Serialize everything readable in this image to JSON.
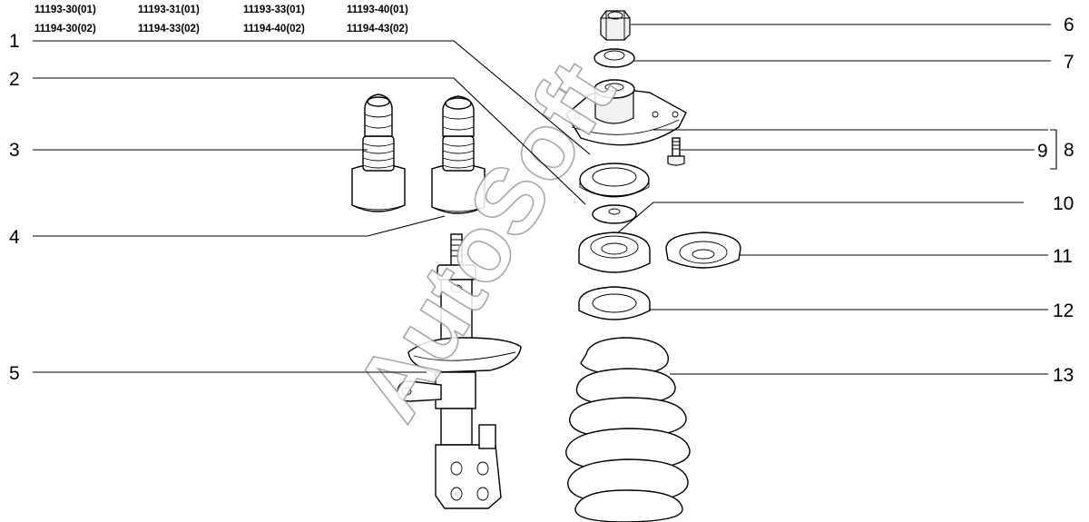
{
  "header": {
    "codes": [
      "11193-30(01)",
      "11193-31(01)",
      "11193-33(01)",
      "11193-40(01)",
      "11194-30(02)",
      "11194-33(02)",
      "11194-40(02)",
      "11194-43(02)"
    ]
  },
  "callouts": [
    "1",
    "2",
    "3",
    "4",
    "5",
    "6",
    "7",
    "8",
    "9",
    "10",
    "11",
    "12",
    "13"
  ],
  "watermark": "AutoSoft"
}
